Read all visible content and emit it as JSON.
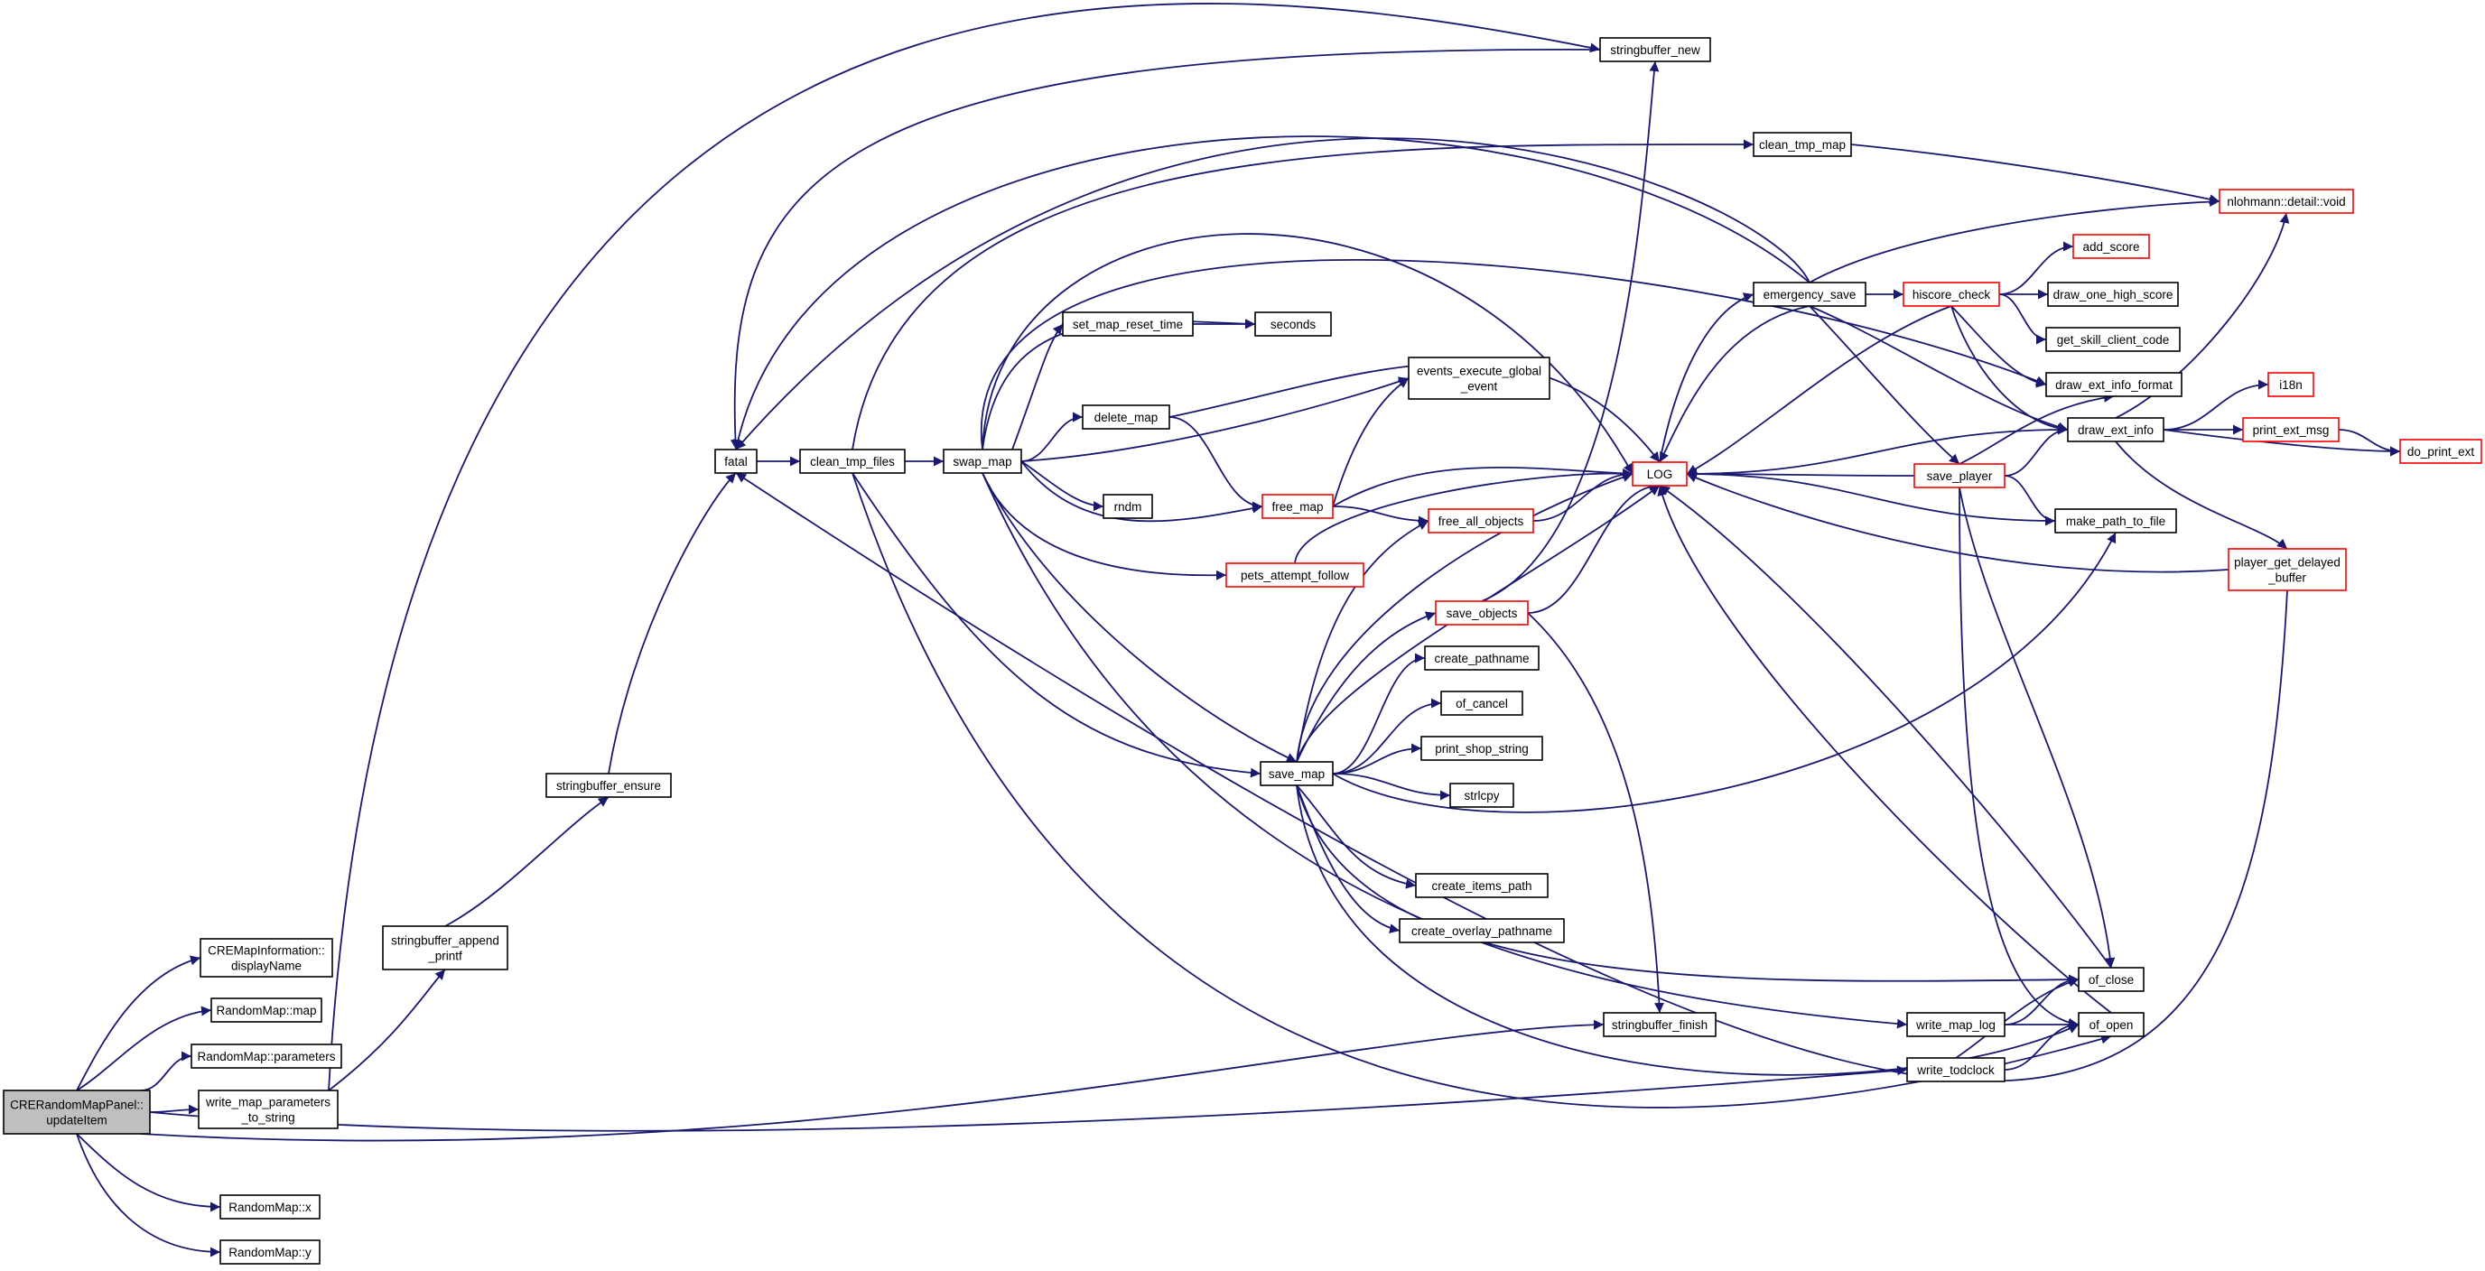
{
  "colors": {
    "edge": "#191970",
    "node_border": "#000000",
    "highlight_border": "#ff0000",
    "root_fill": "#bfbfbf",
    "background": "#ffffff"
  },
  "nodes": [
    {
      "id": "root",
      "lines": [
        "CRERandomMapPanel::",
        "updateItem"
      ],
      "style": "root"
    },
    {
      "id": "cremapinfo",
      "lines": [
        "CREMapInformation::",
        "displayName"
      ]
    },
    {
      "id": "rm_map",
      "lines": [
        "RandomMap::map"
      ]
    },
    {
      "id": "rm_params",
      "lines": [
        "RandomMap::parameters"
      ]
    },
    {
      "id": "wmpts",
      "lines": [
        "write_map_parameters",
        "_to_string"
      ]
    },
    {
      "id": "rm_x",
      "lines": [
        "RandomMap::x"
      ]
    },
    {
      "id": "rm_y",
      "lines": [
        "RandomMap::y"
      ]
    },
    {
      "id": "sb_append",
      "lines": [
        "stringbuffer_append",
        "_printf"
      ]
    },
    {
      "id": "sb_ensure",
      "lines": [
        "stringbuffer_ensure"
      ]
    },
    {
      "id": "fatal",
      "lines": [
        "fatal"
      ]
    },
    {
      "id": "clean_tmp_files",
      "lines": [
        "clean_tmp_files"
      ]
    },
    {
      "id": "swap_map",
      "lines": [
        "swap_map"
      ]
    },
    {
      "id": "set_map_reset_time",
      "lines": [
        "set_map_reset_time"
      ]
    },
    {
      "id": "seconds",
      "lines": [
        "seconds"
      ]
    },
    {
      "id": "events_exec",
      "lines": [
        "events_execute_global",
        "_event"
      ]
    },
    {
      "id": "delete_map",
      "lines": [
        "delete_map"
      ]
    },
    {
      "id": "rndm",
      "lines": [
        "rndm"
      ]
    },
    {
      "id": "free_map",
      "lines": [
        "free_map"
      ],
      "style": "red"
    },
    {
      "id": "free_all_objects",
      "lines": [
        "free_all_objects"
      ],
      "style": "red"
    },
    {
      "id": "pets_attempt_follow",
      "lines": [
        "pets_attempt_follow"
      ],
      "style": "red"
    },
    {
      "id": "save_objects",
      "lines": [
        "save_objects"
      ],
      "style": "red"
    },
    {
      "id": "create_pathname",
      "lines": [
        "create_pathname"
      ]
    },
    {
      "id": "of_cancel",
      "lines": [
        "of_cancel"
      ]
    },
    {
      "id": "print_shop_string",
      "lines": [
        "print_shop_string"
      ]
    },
    {
      "id": "strlcpy",
      "lines": [
        "strlcpy"
      ]
    },
    {
      "id": "save_map",
      "lines": [
        "save_map"
      ]
    },
    {
      "id": "create_items_path",
      "lines": [
        "create_items_path"
      ]
    },
    {
      "id": "create_overlay_pathname",
      "lines": [
        "create_overlay_pathname"
      ]
    },
    {
      "id": "stringbuffer_new",
      "lines": [
        "stringbuffer_new"
      ]
    },
    {
      "id": "stringbuffer_finish",
      "lines": [
        "stringbuffer_finish"
      ]
    },
    {
      "id": "clean_tmp_map",
      "lines": [
        "clean_tmp_map"
      ]
    },
    {
      "id": "emergency_save",
      "lines": [
        "emergency_save"
      ]
    },
    {
      "id": "LOG",
      "lines": [
        "LOG"
      ],
      "style": "red"
    },
    {
      "id": "hiscore_check",
      "lines": [
        "hiscore_check"
      ],
      "style": "red"
    },
    {
      "id": "add_score",
      "lines": [
        "add_score"
      ],
      "style": "red"
    },
    {
      "id": "draw_one_high_score",
      "lines": [
        "draw_one_high_score"
      ]
    },
    {
      "id": "get_skill_client_code",
      "lines": [
        "get_skill_client_code"
      ]
    },
    {
      "id": "draw_ext_info_format",
      "lines": [
        "draw_ext_info_format"
      ]
    },
    {
      "id": "draw_ext_info",
      "lines": [
        "draw_ext_info"
      ]
    },
    {
      "id": "save_player",
      "lines": [
        "save_player"
      ],
      "style": "red"
    },
    {
      "id": "make_path_to_file",
      "lines": [
        "make_path_to_file"
      ]
    },
    {
      "id": "player_get_delayed_buffer",
      "lines": [
        "player_get_delayed",
        "_buffer"
      ],
      "style": "red"
    },
    {
      "id": "nlohmann",
      "lines": [
        "nlohmann::detail::void"
      ],
      "style": "red"
    },
    {
      "id": "i18n",
      "lines": [
        "i18n"
      ],
      "style": "red"
    },
    {
      "id": "print_ext_msg",
      "lines": [
        "print_ext_msg"
      ],
      "style": "red"
    },
    {
      "id": "do_print_ext",
      "lines": [
        "do_print_ext"
      ],
      "style": "red"
    },
    {
      "id": "write_map_log",
      "lines": [
        "write_map_log"
      ]
    },
    {
      "id": "write_todclock",
      "lines": [
        "write_todclock"
      ]
    },
    {
      "id": "of_close",
      "lines": [
        "of_close"
      ]
    },
    {
      "id": "of_open",
      "lines": [
        "of_open"
      ]
    }
  ]
}
